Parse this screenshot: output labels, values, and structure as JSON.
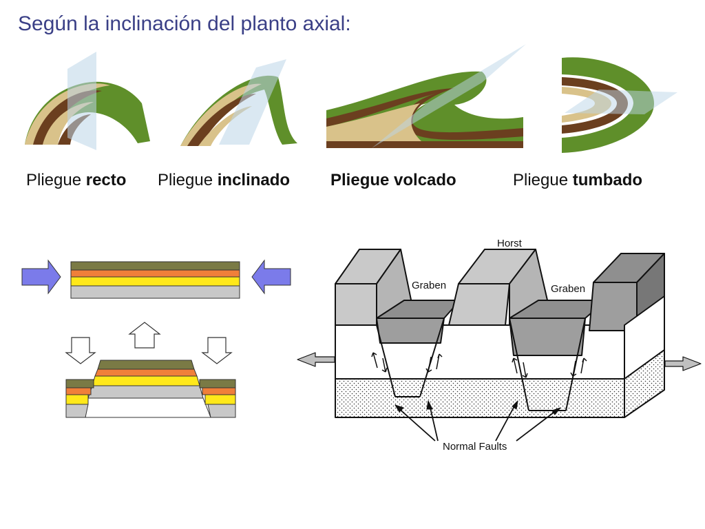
{
  "title": "Según la inclinación del planto axial:",
  "folds": [
    {
      "prefix": "Pliegue ",
      "bold": "recto"
    },
    {
      "prefix": "Pliegue ",
      "bold": "inclinado"
    },
    {
      "prefix": "",
      "bold": "Pliegue volcado"
    },
    {
      "prefix": "Pliegue ",
      "bold": "tumbado"
    }
  ],
  "faults": {
    "horst": "Horst",
    "graben_left": "Graben",
    "graben_right": "Graben",
    "normal_faults": "Normal Faults"
  },
  "colors": {
    "title": "#3a3f86",
    "grass": "#5f8f2a",
    "soil_dark": "#6b3f1f",
    "soil_light": "#d9c28a",
    "axial_plane": "#bcd6e8",
    "layer_olive": "#7a7a45",
    "layer_orange": "#f07f3a",
    "layer_yellow": "#ffe81a",
    "layer_gray": "#c8c8c8",
    "arrow_blue": "#7b7bea"
  }
}
